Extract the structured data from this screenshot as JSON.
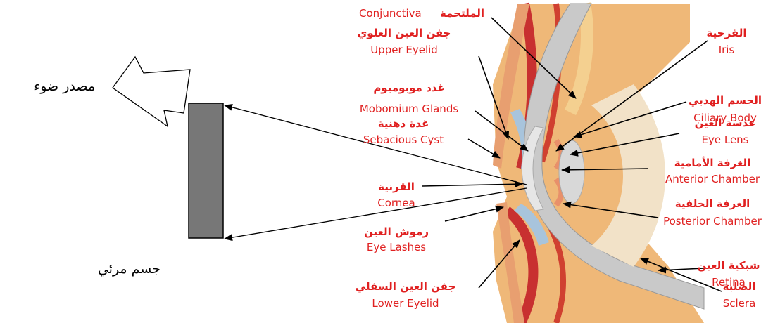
{
  "light_source_label": "مصدر ضوء",
  "object_label": "جسم مرئي",
  "anatomy_labels": {
    "conjunctiva": {
      "ar": "الملتحمة",
      "en": "Conjunctiva"
    },
    "upper_eyelid": {
      "ar": "جفن العين العلوي",
      "en": "Upper Eyelid"
    },
    "mobomium": {
      "ar": "غدد موبوميوم",
      "en": "Mobomium Glands"
    },
    "sebaceous": {
      "ar": "غدة دهنية",
      "en": "Sebacious Cyst"
    },
    "cornea": {
      "ar": "القرنية",
      "en": "Cornea"
    },
    "eyelashes": {
      "ar": "رموش العين",
      "en": "Eye Lashes"
    },
    "lower_eyelid": {
      "ar": "جفن العين السفلي",
      "en": "Lower Eyelid"
    },
    "iris": {
      "ar": "القزحية",
      "en": "Iris"
    },
    "ciliary": {
      "ar": "الجسم الهدبي",
      "en": "Ciliary Body"
    },
    "lens": {
      "ar": "عدسة العين",
      "en": "Eye Lens"
    },
    "anterior": {
      "ar": "الغرفة الأمامية",
      "en": "Anterior Chamber"
    },
    "posterior": {
      "ar": "الغرفة الخلفية",
      "en": "Posterior Chamber"
    },
    "retina": {
      "ar": "شبكية العين",
      "en": "Retina"
    },
    "sclera": {
      "ar": "الصلبة",
      "en": "Sclera"
    }
  },
  "colors": {
    "label_red": "#e02020",
    "object_gray": "#777777",
    "tissue_orange": "#e8a060",
    "tissue_red": "#c83030",
    "sclera_gray": "#c9c9c9"
  }
}
